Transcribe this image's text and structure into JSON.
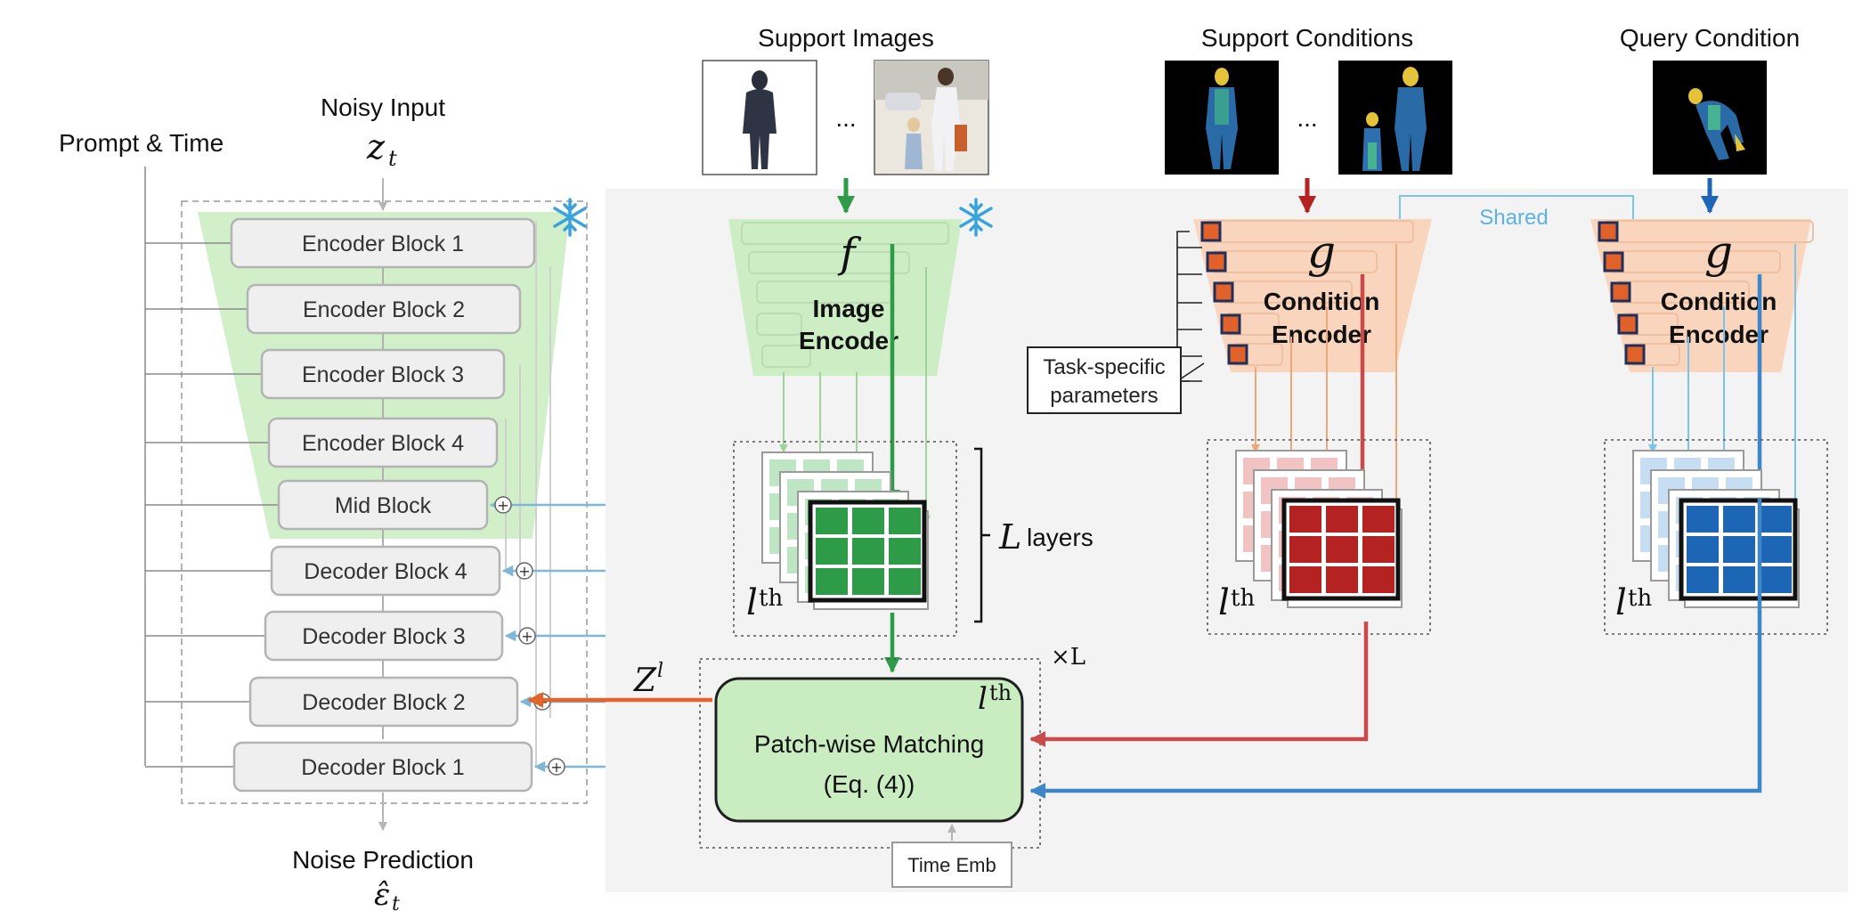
{
  "unet": {
    "noisy_input_label": "Noisy Input",
    "noisy_input_symbol": "z",
    "noisy_input_sub": "t",
    "prompt_time_label": "Prompt & Time",
    "blocks": [
      "Encoder Block 1",
      "Encoder Block 2",
      "Encoder Block 3",
      "Encoder Block 4",
      "Mid Block",
      "Decoder Block 4",
      "Decoder Block 3",
      "Decoder Block 2",
      "Decoder Block 1"
    ],
    "output_label": "Noise Prediction",
    "output_symbol": "ε̂",
    "output_sub": "t",
    "plus_symbol": "+"
  },
  "support_images": {
    "title": "Support Images",
    "ellipsis": "..."
  },
  "support_conditions": {
    "title": "Support Conditions",
    "ellipsis": "..."
  },
  "query_condition": {
    "title": "Query Condition"
  },
  "image_encoder": {
    "symbol": "f",
    "label_line1": "Image",
    "label_line2": "Encoder"
  },
  "condition_encoder_support": {
    "symbol": "g",
    "label_line1": "Condition",
    "label_line2": "Encoder"
  },
  "condition_encoder_query": {
    "symbol": "g",
    "label_line1": "Condition",
    "label_line2": "Encoder"
  },
  "shared_label": "Shared",
  "task_params": {
    "line1": "Task-specific",
    "line2": "parameters"
  },
  "layers": {
    "symbol": "L",
    "suffix": "layers",
    "lth_base": "l",
    "lth_sup": "th"
  },
  "matching": {
    "line1": "Patch-wise Matching",
    "line2": "(Eq. (4))",
    "repeat": "×L",
    "lth_base": "l",
    "lth_sup": "th"
  },
  "time_emb_label": "Time Emb",
  "z_l": {
    "symbol": "Z",
    "sup": "l"
  },
  "colors": {
    "green": "#2e9b49",
    "red": "#b42222",
    "blue": "#1c66b5",
    "orange": "#e2652c",
    "light_blue": "#8cbfd8",
    "encoder_green": "#c9ecc0",
    "encoder_orange": "#f9d2b8",
    "panel_gray": "#f3f3f3"
  }
}
